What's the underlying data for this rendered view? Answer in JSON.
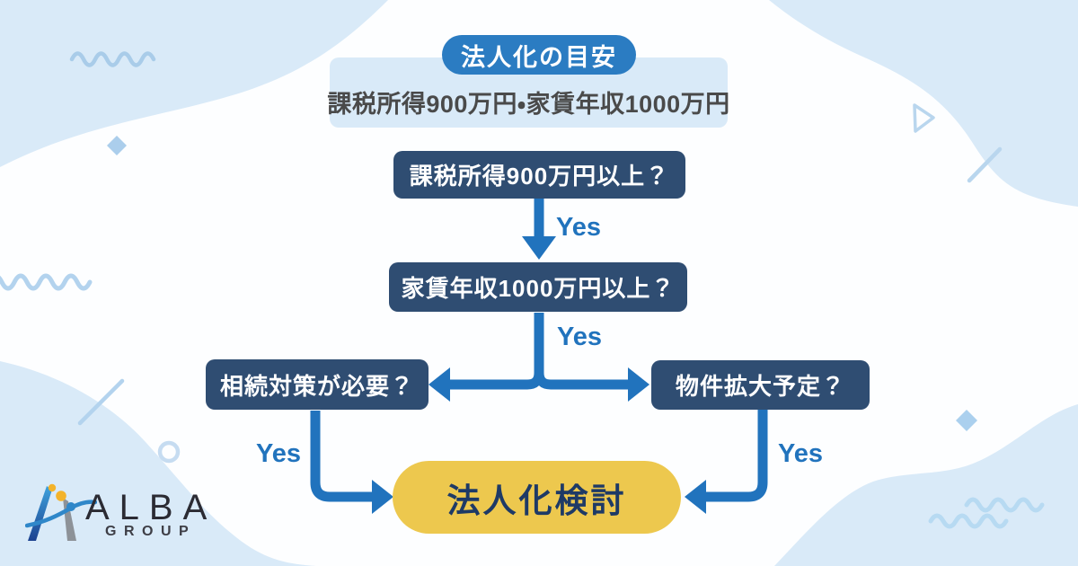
{
  "header": {
    "badge": "法人化の目安",
    "subtitle": "課税所得900万円・家賃年収1000万円"
  },
  "flow": {
    "q1": "課税所得900万円以上？",
    "q2": "家賃年収1000万円以上？",
    "q_left": "相続対策が必要？",
    "q_right": "物件拡大予定？",
    "result": "法人化検討",
    "yes_labels": [
      "Yes",
      "Yes",
      "Yes",
      "Yes"
    ],
    "edges": [
      {
        "from": "q1",
        "to": "q2",
        "label": "Yes"
      },
      {
        "from": "q2",
        "to": "q_left",
        "label": "Yes"
      },
      {
        "from": "q2",
        "to": "q_right",
        "label": "Yes"
      },
      {
        "from": "q_left",
        "to": "result",
        "label": "Yes"
      },
      {
        "from": "q_right",
        "to": "result",
        "label": "Yes"
      }
    ]
  },
  "logo": {
    "name": "ALBA",
    "subtext": "GROUP"
  },
  "colors": {
    "accent_blue": "#2b7cc2",
    "node_navy": "#2f4d72",
    "arrow_blue": "#2173bd",
    "result_yellow": "#edc84e",
    "result_text_navy": "#1e3a66",
    "band_light_blue": "#d9eaf8",
    "blob_light_blue": "#d9eaf8",
    "decoration_blue": "#aecfeb",
    "subtitle_gray": "#4a4a4a"
  }
}
